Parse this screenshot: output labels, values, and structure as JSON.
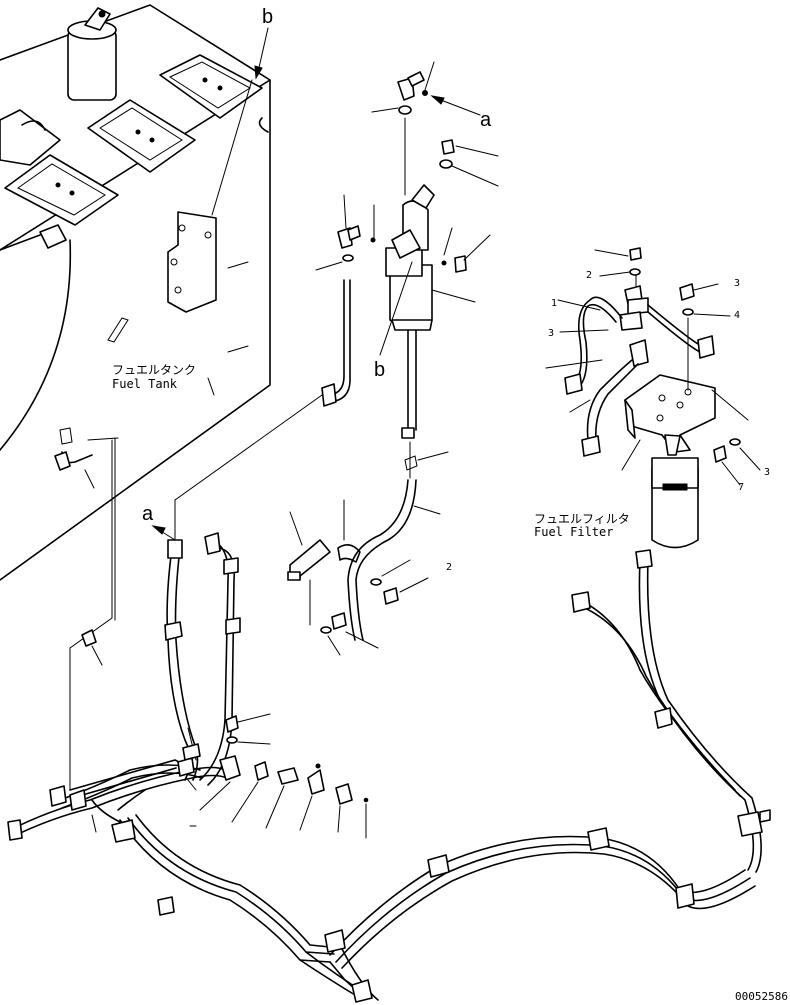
{
  "fuel_tank": {
    "label_jp": "フュエルタンク",
    "label_en": "Fuel Tank"
  },
  "fuel_filter": {
    "label_jp": "フュエルフィルタ",
    "label_en": "Fuel Filter"
  },
  "callouts": {
    "b_top": "b",
    "b_mid": "b",
    "a_top": "a",
    "a_left": "a"
  },
  "part_numbers": {
    "n1": "1",
    "n2": "2",
    "n3": "3",
    "n4": "4",
    "n7": "7"
  },
  "drawing_number": "00052586"
}
